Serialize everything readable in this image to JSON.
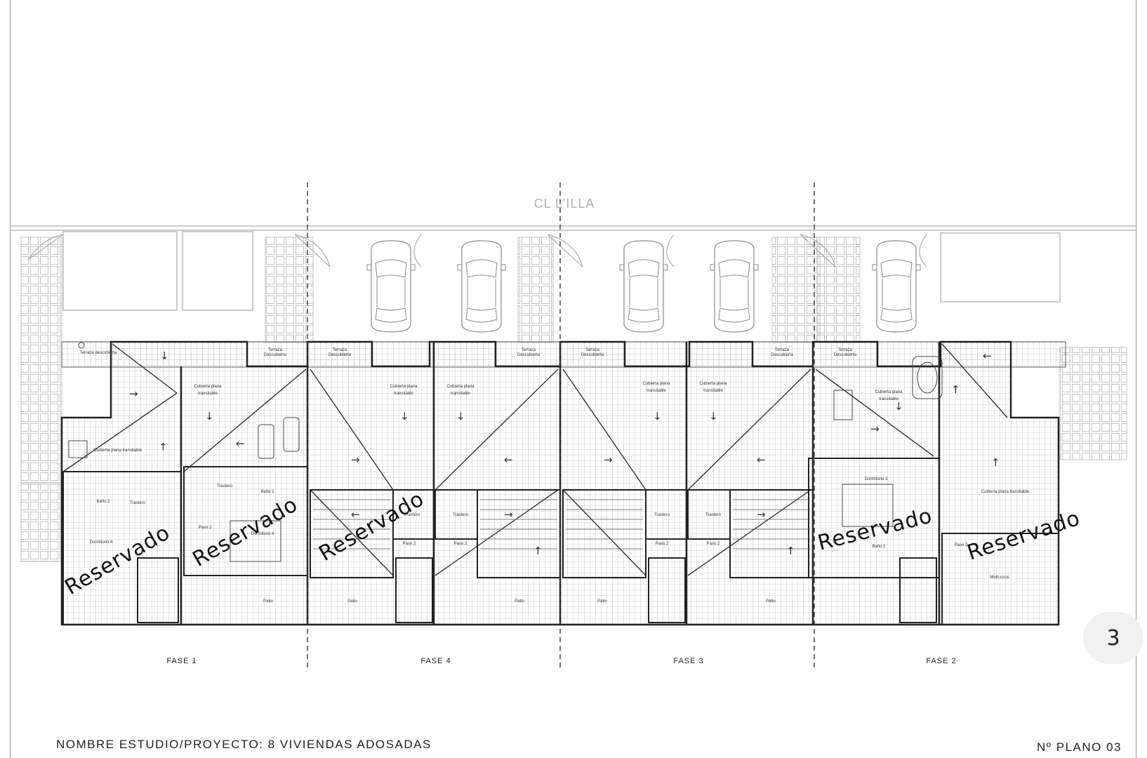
{
  "drawing": {
    "street_label": "CL L'ILLA",
    "phases": [
      {
        "label": "FASE 1"
      },
      {
        "label": "FASE 4"
      },
      {
        "label": "FASE 3"
      },
      {
        "label": "FASE 2"
      }
    ],
    "reserved_stamp": "Reservado",
    "room_labels": {
      "cubierta_plana_transitable": "Cubierta plana transitable",
      "cubierta": "Cubierta plana",
      "transitable": "transitable",
      "terraza": "Terraza",
      "descubierta": "Descubierta",
      "terraza_descubierta": "Terraza descubierta",
      "trastero": "Trastero",
      "bano_2": "Baño 2",
      "dormitorio_4": "Dormitorio 4",
      "dormitorio_3": "Dormitorio 3",
      "paso_2": "Paso 2",
      "patio": "Patio",
      "multiusos": "Multi-usos"
    }
  },
  "title_block": {
    "project": "NOMBRE ESTUDIO/PROYECTO: 8 VIVIENDAS ADOSADAS",
    "plan_number": "Nº PLANO 03"
  },
  "page_badge": "3",
  "colors": {
    "line": "#3a3a3a",
    "grid": "#9c9c9c",
    "faint": "#b8b8b8",
    "text": "#222222",
    "stamp": "#111111"
  }
}
